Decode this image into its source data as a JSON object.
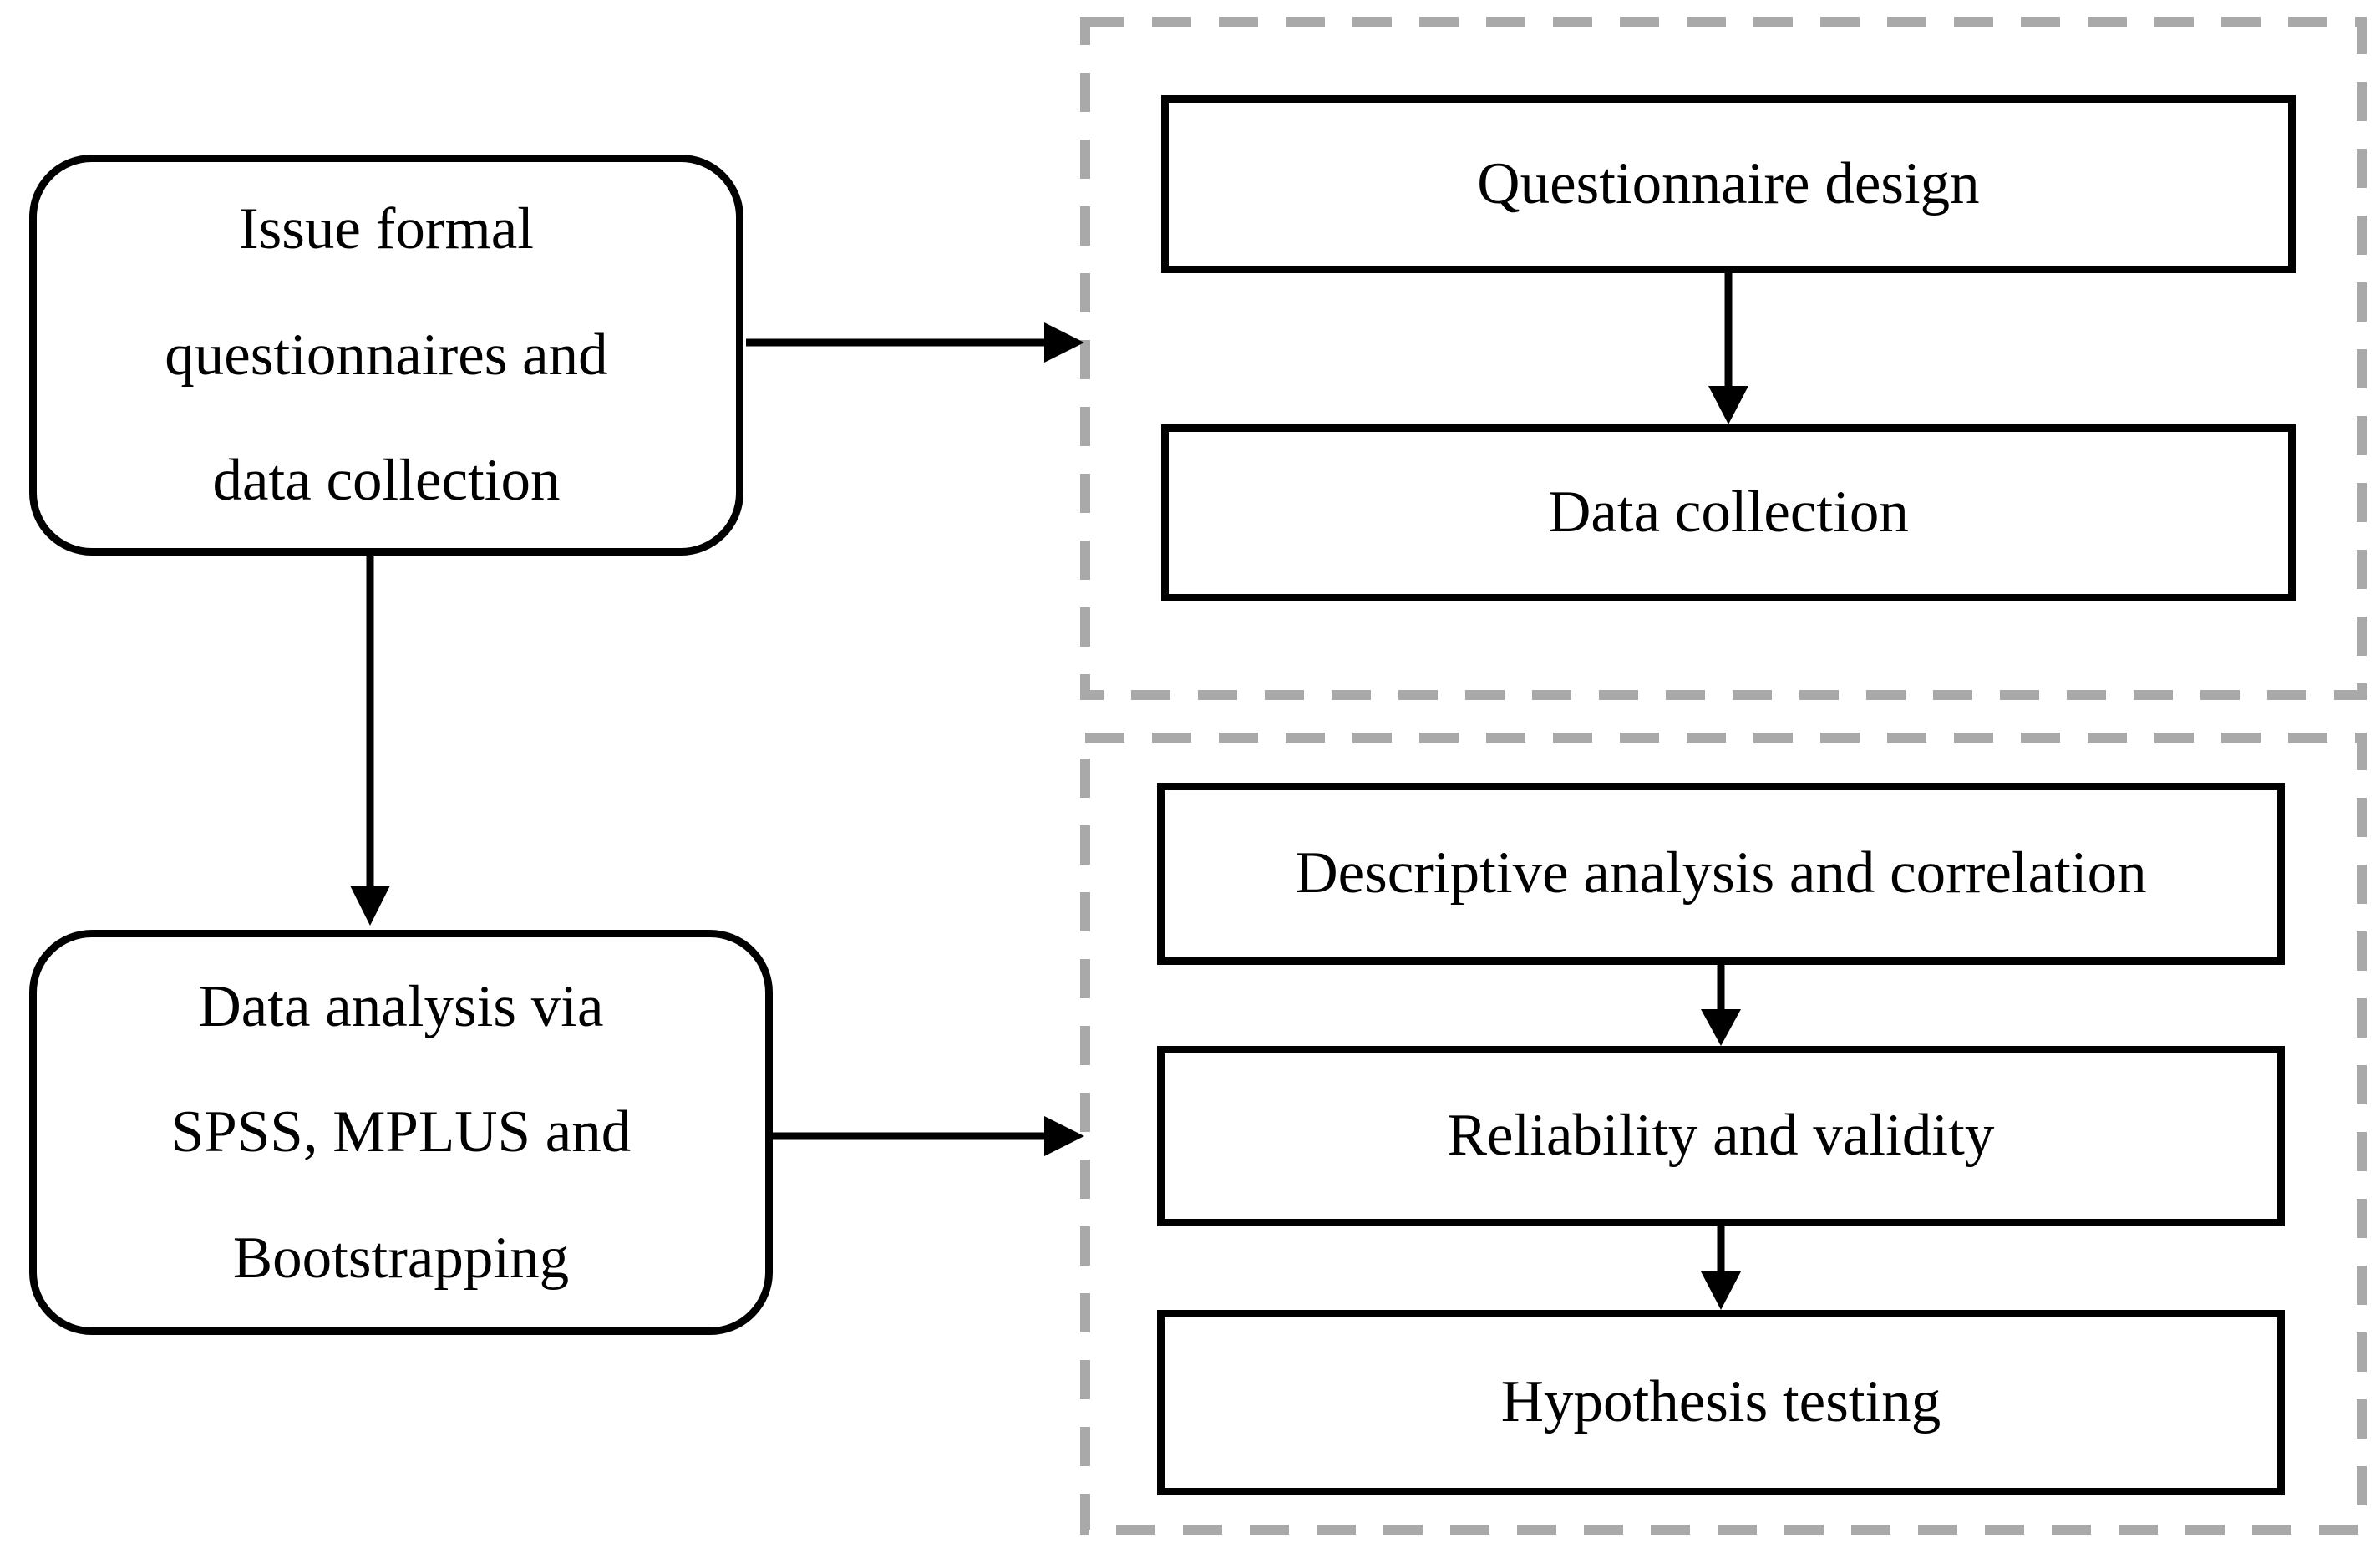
{
  "diagram": {
    "background": "#ffffff",
    "colors": {
      "node_border": "#000000",
      "group_border": "#a9a9a9",
      "arrow": "#000000",
      "text": "#000000"
    },
    "left_nodes": [
      {
        "id": "issue-questionnaires",
        "lines": [
          "Issue formal",
          "questionnaires and",
          "data collection"
        ]
      },
      {
        "id": "data-analysis",
        "lines": [
          "Data analysis via",
          "SPSS, MPLUS and",
          "Bootstrapping"
        ]
      }
    ],
    "groups": [
      {
        "id": "survey-group",
        "steps": [
          {
            "label": "Questionnaire design"
          },
          {
            "label": "Data collection"
          }
        ]
      },
      {
        "id": "analysis-group",
        "steps": [
          {
            "label": "Descriptive analysis and correlation"
          },
          {
            "label": "Reliability and validity"
          },
          {
            "label": "Hypothesis testing"
          }
        ]
      }
    ],
    "connections": [
      {
        "from": "issue-questionnaires",
        "to": "survey-group"
      },
      {
        "from": "issue-questionnaires",
        "to": "data-analysis"
      },
      {
        "from": "data-analysis",
        "to": "analysis-group"
      },
      {
        "from": "questionnaire-design",
        "to": "data-collection"
      },
      {
        "from": "descriptive-analysis-and-correlation",
        "to": "reliability-and-validity"
      },
      {
        "from": "reliability-and-validity",
        "to": "hypothesis-testing"
      }
    ]
  }
}
